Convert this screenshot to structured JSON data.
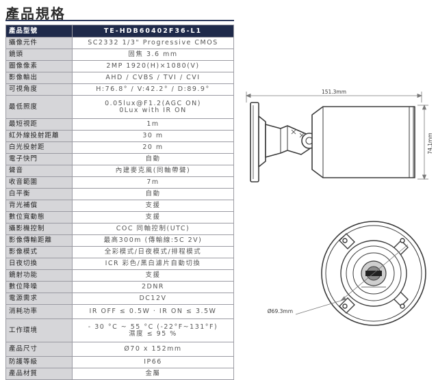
{
  "page": {
    "title": "產品規格"
  },
  "spec": {
    "header": {
      "label": "產品型號",
      "value": "TE-HDB60402F36-L1"
    },
    "rows": [
      {
        "label": "攝像元件",
        "value": "SC2332 1/3\" Progressive CMOS"
      },
      {
        "label": "鏡頭",
        "value": "固焦 3.6 mm"
      },
      {
        "label": "圖像像素",
        "value": "2MP 1920(H)×1080(V)"
      },
      {
        "label": "影像輸出",
        "value": "AHD / CVBS / TVI / CVI"
      },
      {
        "label": "可視角度",
        "value": "H:76.8° / V:42.2° / D:89.9°"
      },
      {
        "label": "最低照度",
        "value": "0.05lux@F1.2(AGC ON)",
        "value2": "0Lux with IR ON"
      },
      {
        "label": "最短視距",
        "value": "1m"
      },
      {
        "label": "紅外線投射距離",
        "value": "30 m"
      },
      {
        "label": "白光投射距",
        "value": "20 m"
      },
      {
        "label": "電子快門",
        "value": "自動"
      },
      {
        "label": "聲音",
        "value": "內建麥克風(同軸帶聲)"
      },
      {
        "label": "收音範圍",
        "value": "7m"
      },
      {
        "label": "白平衡",
        "value": "自動"
      },
      {
        "label": "背光補償",
        "value": "支援"
      },
      {
        "label": "數位寬動態",
        "value": "支援"
      },
      {
        "label": "攝影機控制",
        "value": "COC 同軸控制(UTC)"
      },
      {
        "label": "影像傳輸距離",
        "value": "最高300m (傳輸線:5C 2V)"
      },
      {
        "label": "影像模式",
        "value": "全彩模式/日夜模式/排程模式"
      },
      {
        "label": "日夜切換",
        "value": "ICR 彩色/黑白濾片自動切換"
      },
      {
        "label": "鏡射功能",
        "value": "支援"
      },
      {
        "label": "數位降噪",
        "value": "2DNR"
      },
      {
        "label": "電源需求",
        "value": "DC12V"
      },
      {
        "label": "消耗功率",
        "value": "IR OFF ≤ 0.5W · IR ON ≤ 3.5W"
      },
      {
        "label": "工作環境",
        "value": "- 30 °C ~ 55 °C (-22°F~131°F)",
        "value2": "濕度 ≤ 95 %"
      },
      {
        "label": "產品尺寸",
        "value": "Ø70 x 152mm"
      },
      {
        "label": "防護等級",
        "value": "IP66"
      },
      {
        "label": "產品材質",
        "value": "金屬"
      }
    ]
  },
  "drawing": {
    "length_label": "151.3mm",
    "height_label": "74.1mm",
    "diameter_label": "Ø69.3mm"
  }
}
